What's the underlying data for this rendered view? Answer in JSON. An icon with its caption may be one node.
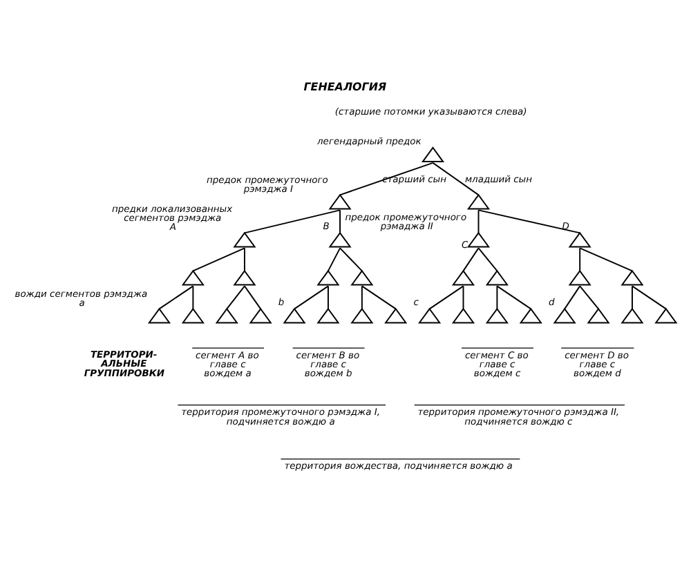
{
  "diagram": {
    "title": "ГЕНЕАЛОГИЯ",
    "nodes": [
      {
        "text": [],
        "shape": "triangle",
        "beside": [
          "легендарный предок"
        ]
      },
      {
        "text": [],
        "shape": "triangle",
        "beside": [
          "предок промежуточного рэмэджа I"
        ]
      },
      {
        "text": [],
        "shape": "triangle",
        "beside": [
          "предок промежуточного рэмаджа II"
        ]
      },
      {
        "text": [],
        "shape": "triangle",
        "beside": [
          "предки локализованных сегментов рэмэджа",
          "A"
        ]
      },
      {
        "text": [],
        "shape": "triangle",
        "beside": [
          "B"
        ]
      },
      {
        "text": [],
        "shape": "triangle",
        "beside": [
          "C"
        ]
      },
      {
        "text": [],
        "shape": "triangle",
        "beside": [
          "D"
        ]
      },
      {
        "text": [],
        "shape": "triangle"
      },
      {
        "text": [],
        "shape": "triangle"
      },
      {
        "text": [],
        "shape": "triangle"
      },
      {
        "text": [],
        "shape": "triangle"
      },
      {
        "text": [],
        "shape": "triangle"
      },
      {
        "text": [],
        "shape": "triangle"
      },
      {
        "text": [],
        "shape": "triangle"
      },
      {
        "text": [],
        "shape": "triangle"
      },
      {
        "text": [],
        "shape": "triangle",
        "beside": [
          "вожди сегментов рэмэджа",
          "a"
        ]
      },
      {
        "text": [],
        "shape": "triangle"
      },
      {
        "text": [],
        "shape": "triangle"
      },
      {
        "text": [],
        "shape": "triangle"
      },
      {
        "text": [],
        "shape": "triangle",
        "beside": [
          "b"
        ]
      },
      {
        "text": [],
        "shape": "triangle"
      },
      {
        "text": [],
        "shape": "triangle"
      },
      {
        "text": [],
        "shape": "triangle"
      },
      {
        "text": [],
        "shape": "triangle",
        "beside": [
          "c"
        ]
      },
      {
        "text": [],
        "shape": "triangle"
      },
      {
        "text": [],
        "shape": "triangle"
      },
      {
        "text": [],
        "shape": "triangle"
      },
      {
        "text": [],
        "shape": "triangle",
        "beside": [
          "d"
        ]
      },
      {
        "text": [],
        "shape": "triangle"
      },
      {
        "text": [],
        "shape": "triangle"
      },
      {
        "text": [],
        "shape": "triangle"
      }
    ],
    "edges": [
      {
        "from": 0,
        "to": 1,
        "arrow": "none",
        "label": "старший сын"
      },
      {
        "from": 0,
        "to": 2,
        "arrow": "none",
        "label": "младший сын"
      },
      {
        "from": 1,
        "to": 3,
        "arrow": "none"
      },
      {
        "from": 1,
        "to": 4,
        "arrow": "none"
      },
      {
        "from": 2,
        "to": 5,
        "arrow": "none"
      },
      {
        "from": 2,
        "to": 6,
        "arrow": "none"
      },
      {
        "from": 3,
        "to": 7,
        "arrow": "none"
      },
      {
        "from": 3,
        "to": 8,
        "arrow": "none"
      },
      {
        "from": 4,
        "to": 9,
        "arrow": "none"
      },
      {
        "from": 4,
        "to": 10,
        "arrow": "none"
      },
      {
        "from": 5,
        "to": 11,
        "arrow": "none"
      },
      {
        "from": 5,
        "to": 12,
        "arrow": "none"
      },
      {
        "from": 6,
        "to": 13,
        "arrow": "none"
      },
      {
        "from": 6,
        "to": 14,
        "arrow": "none"
      },
      {
        "from": 7,
        "to": 15,
        "arrow": "none"
      },
      {
        "from": 7,
        "to": 16,
        "arrow": "none"
      },
      {
        "from": 8,
        "to": 17,
        "arrow": "none"
      },
      {
        "from": 8,
        "to": 18,
        "arrow": "none"
      },
      {
        "from": 9,
        "to": 19,
        "arrow": "none"
      },
      {
        "from": 9,
        "to": 20,
        "arrow": "none"
      },
      {
        "from": 10,
        "to": 21,
        "arrow": "none"
      },
      {
        "from": 10,
        "to": 22,
        "arrow": "none"
      },
      {
        "from": 11,
        "to": 23,
        "arrow": "none"
      },
      {
        "from": 11,
        "to": 24,
        "arrow": "none"
      },
      {
        "from": 12,
        "to": 25,
        "arrow": "none"
      },
      {
        "from": 12,
        "to": 26,
        "arrow": "none"
      },
      {
        "from": 13,
        "to": 27,
        "arrow": "none"
      },
      {
        "from": 13,
        "to": 28,
        "arrow": "none"
      },
      {
        "from": 14,
        "to": 29,
        "arrow": "none"
      },
      {
        "from": 14,
        "to": 30,
        "arrow": "none"
      }
    ],
    "labels": [
      "(старшие потомки указываются слева)",
      "ТЕРРИТОРИ- АЛЬНЫЕ ГРУППИРОВКИ",
      "сегмент A во главе с вождем a",
      "сегмент B во главе с вождем b",
      "сегмент C во главе с вождем c",
      "сегмент D во главе с вождем d",
      "территория промежуточного рэмэджа I, подчиняется вождю a",
      "территория промежуточного рэмэджа II, подчиняется вождю c",
      "территория вождества, подчиняется вождю a"
    ]
  }
}
